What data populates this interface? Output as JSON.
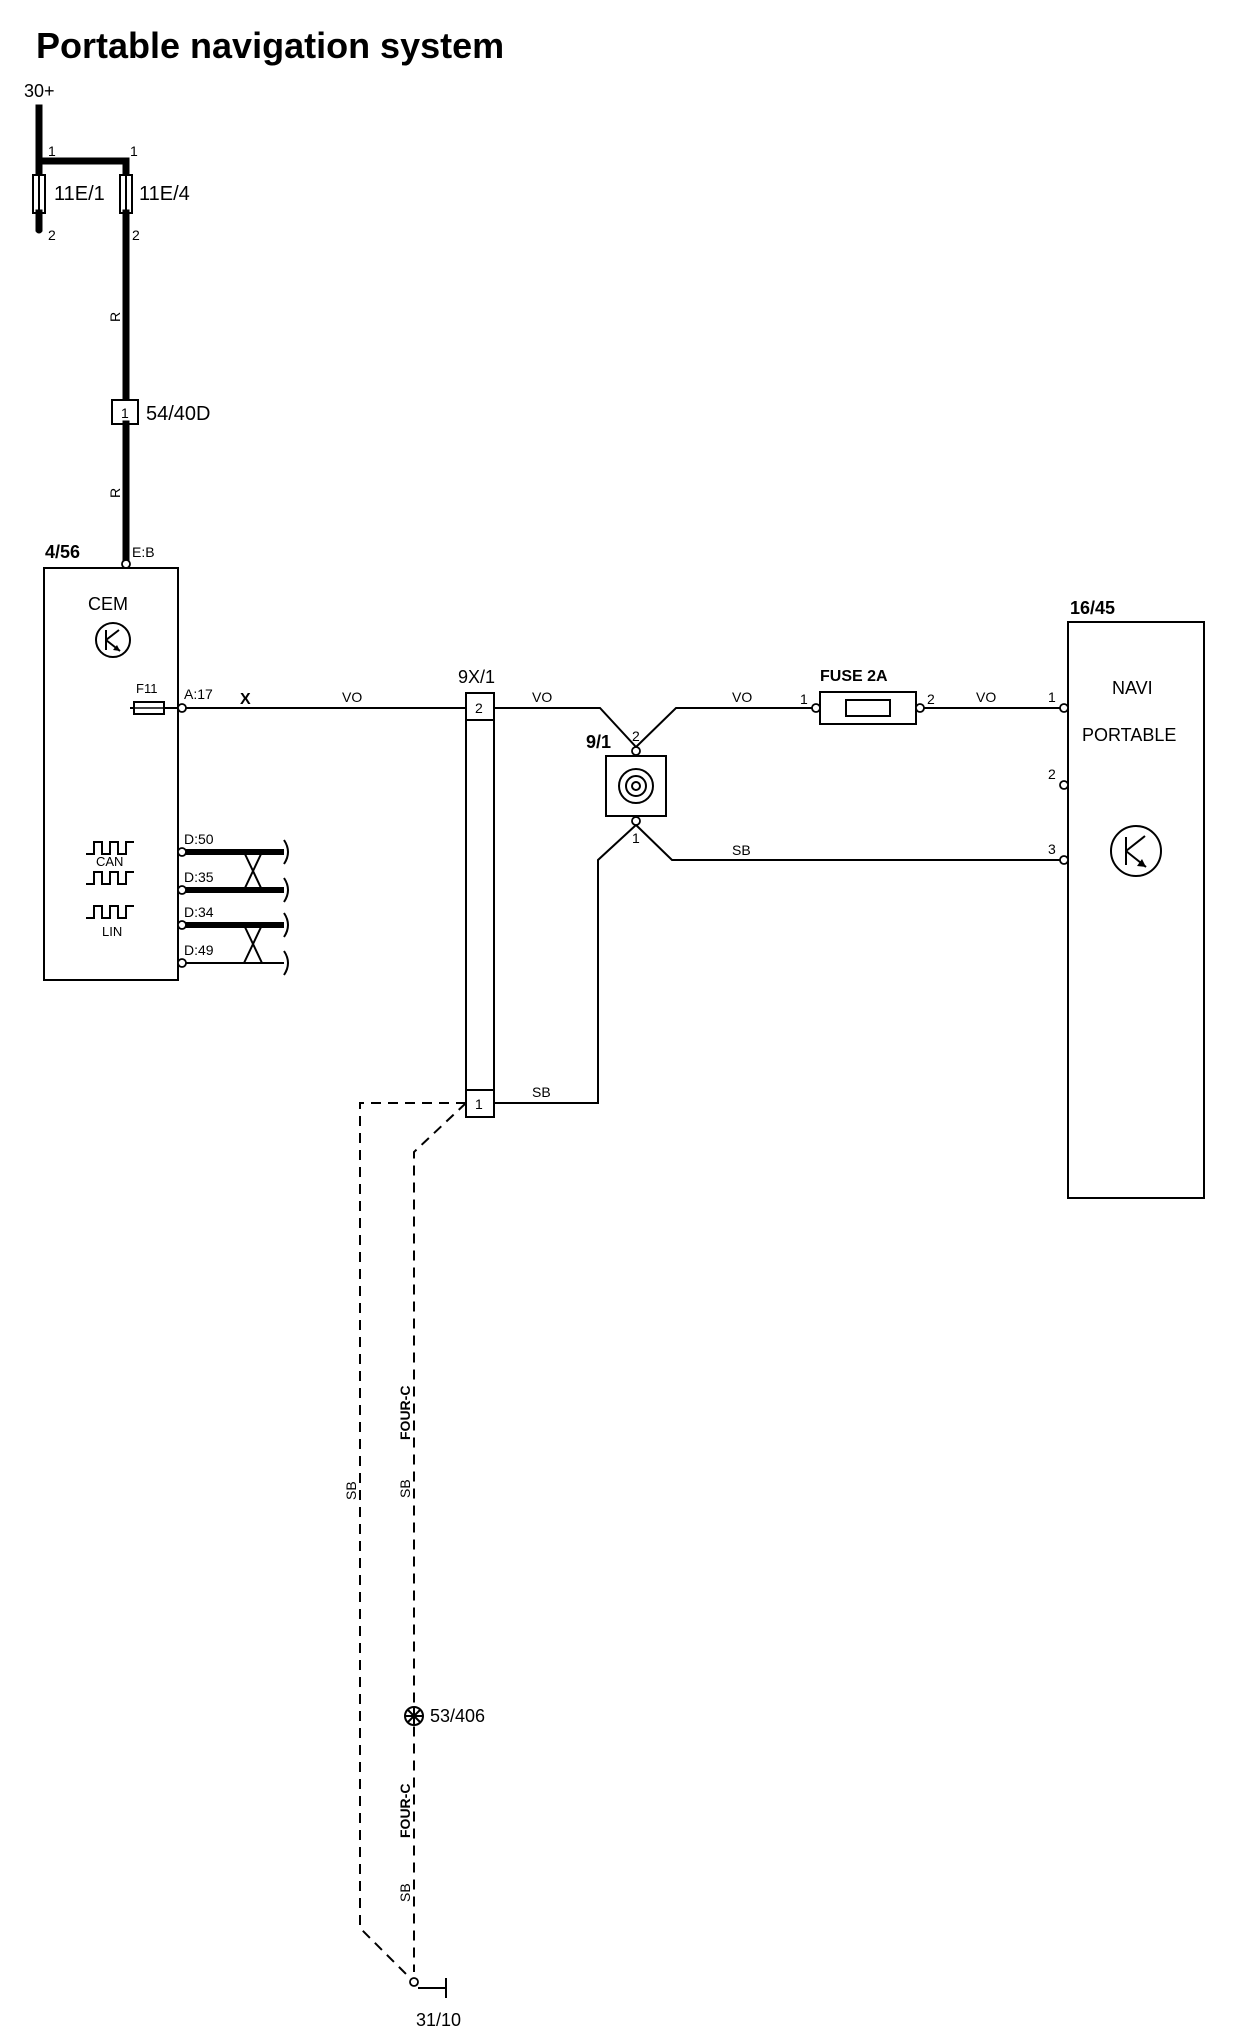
{
  "title": "Portable navigation system",
  "supply": {
    "label": "30+",
    "fuse_a": {
      "label": "11E/1",
      "pin_in": "1",
      "pin_out": "2"
    },
    "fuse_b": {
      "label": "11E/4",
      "pin_in": "1",
      "pin_out": "2"
    },
    "wire_color_upper": "R",
    "wire_color_lower": "R",
    "splice": {
      "pin": "1",
      "label": "54/40D"
    }
  },
  "cem": {
    "ref": "4/56",
    "name": "CEM",
    "supply_pin": "E:B",
    "fuse": "F11",
    "out_pin": "A:17",
    "out_mark": "X",
    "bus_pins": [
      "D:50",
      "D:35",
      "D:34",
      "D:49"
    ],
    "can_label": "CAN",
    "lin_label": "LIN"
  },
  "connector_9x1": {
    "ref": "9X/1",
    "pin_top": "2",
    "pin_bottom": "1"
  },
  "socket_91": {
    "ref": "9/1",
    "pin_top": "2",
    "pin_bottom": "1"
  },
  "fuse_2a": {
    "label": "FUSE 2A",
    "pin_in": "1",
    "pin_out": "2"
  },
  "navi": {
    "ref": "16/45",
    "name_line1": "NAVI",
    "name_line2": "PORTABLE",
    "pins": [
      "1",
      "2",
      "3"
    ]
  },
  "wires": {
    "vo_1": "VO",
    "vo_2": "VO",
    "vo_3": "VO",
    "vo_4": "VO",
    "sb_top": "SB",
    "sb_mid": "SB",
    "sb_left": "SB",
    "sb_right_upper": "SB",
    "sb_right_lower": "SB"
  },
  "ground_path": {
    "variant_upper": "FOUR-C",
    "variant_lower": "FOUR-C",
    "splice_label": "53/406",
    "ground_label": "31/10"
  }
}
